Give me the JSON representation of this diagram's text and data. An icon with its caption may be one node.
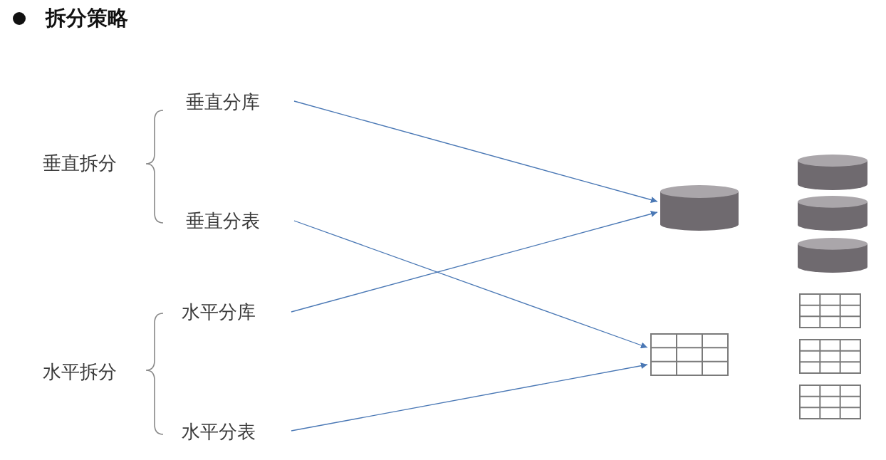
{
  "diagram": {
    "title": "拆分策略",
    "nodes": [
      {
        "text": [
          "垂直拆分"
        ]
      },
      {
        "text": [
          "垂直分库"
        ]
      },
      {
        "text": [
          "垂直分表"
        ]
      },
      {
        "text": [
          "水平分库"
        ]
      },
      {
        "text": [
          "水平拆分"
        ]
      },
      {
        "text": [
          "水平分表"
        ]
      },
      {
        "text": [],
        "shape": "cylinder"
      },
      {
        "text": [],
        "shape": "table"
      },
      {
        "text": [],
        "shape": "cylinder"
      },
      {
        "text": [],
        "shape": "cylinder"
      },
      {
        "text": [],
        "shape": "cylinder"
      },
      {
        "text": [],
        "shape": "table"
      },
      {
        "text": [],
        "shape": "table"
      },
      {
        "text": [],
        "shape": "table"
      }
    ],
    "edges": [
      {
        "from": 1,
        "to": 6,
        "arrow": "to"
      },
      {
        "from": 2,
        "to": 7,
        "arrow": "to"
      },
      {
        "from": 3,
        "to": 6,
        "arrow": "to"
      },
      {
        "from": 5,
        "to": 7,
        "arrow": "to"
      }
    ]
  }
}
